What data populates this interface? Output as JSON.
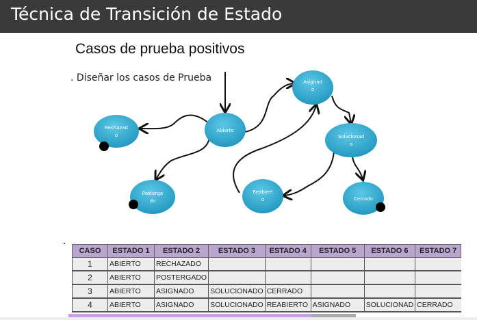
{
  "header": {
    "title": "Técnica de Transición de Estado"
  },
  "slide": {
    "subtitle": "Casos de prueba positivos",
    "step": ". Diseñar los casos de Prueba"
  },
  "diagram": {
    "nodes": {
      "rechazado": [
        "Rechazad",
        "o"
      ],
      "abierto": [
        "Abierto"
      ],
      "asignado": [
        "Asignad",
        "o"
      ],
      "solucionado": [
        "Solucionad",
        "o"
      ],
      "postergado": [
        "Posterga",
        "do"
      ],
      "reabierto": [
        "Reabiert",
        "o"
      ],
      "cerrado": [
        "Cerrado"
      ]
    },
    "node_color": "#3ab0d4"
  },
  "table": {
    "headers": [
      "CASO",
      "ESTADO 1",
      "ESTADO 2",
      "ESTADO 3",
      "ESTADO 4",
      "ESTADO 5",
      "ESTADO 6",
      "ESTADO 7"
    ],
    "rows": [
      [
        "1",
        "ABIERTO",
        "RECHAZADO",
        "",
        "",
        "",
        "",
        ""
      ],
      [
        "2",
        "ABIERTO",
        "POSTERGADO",
        "",
        "",
        "",
        "",
        ""
      ],
      [
        "3",
        "ABIERTO",
        "ASIGNADO",
        "SOLUCIONADO",
        "CERRADO",
        "",
        "",
        ""
      ],
      [
        "4",
        "ABIERTO",
        "ASIGNADO",
        "SOLUCIONADO",
        "REABIERTO",
        "ASIGNADO",
        "SOLUCIONAD",
        "CERRADO"
      ]
    ]
  }
}
